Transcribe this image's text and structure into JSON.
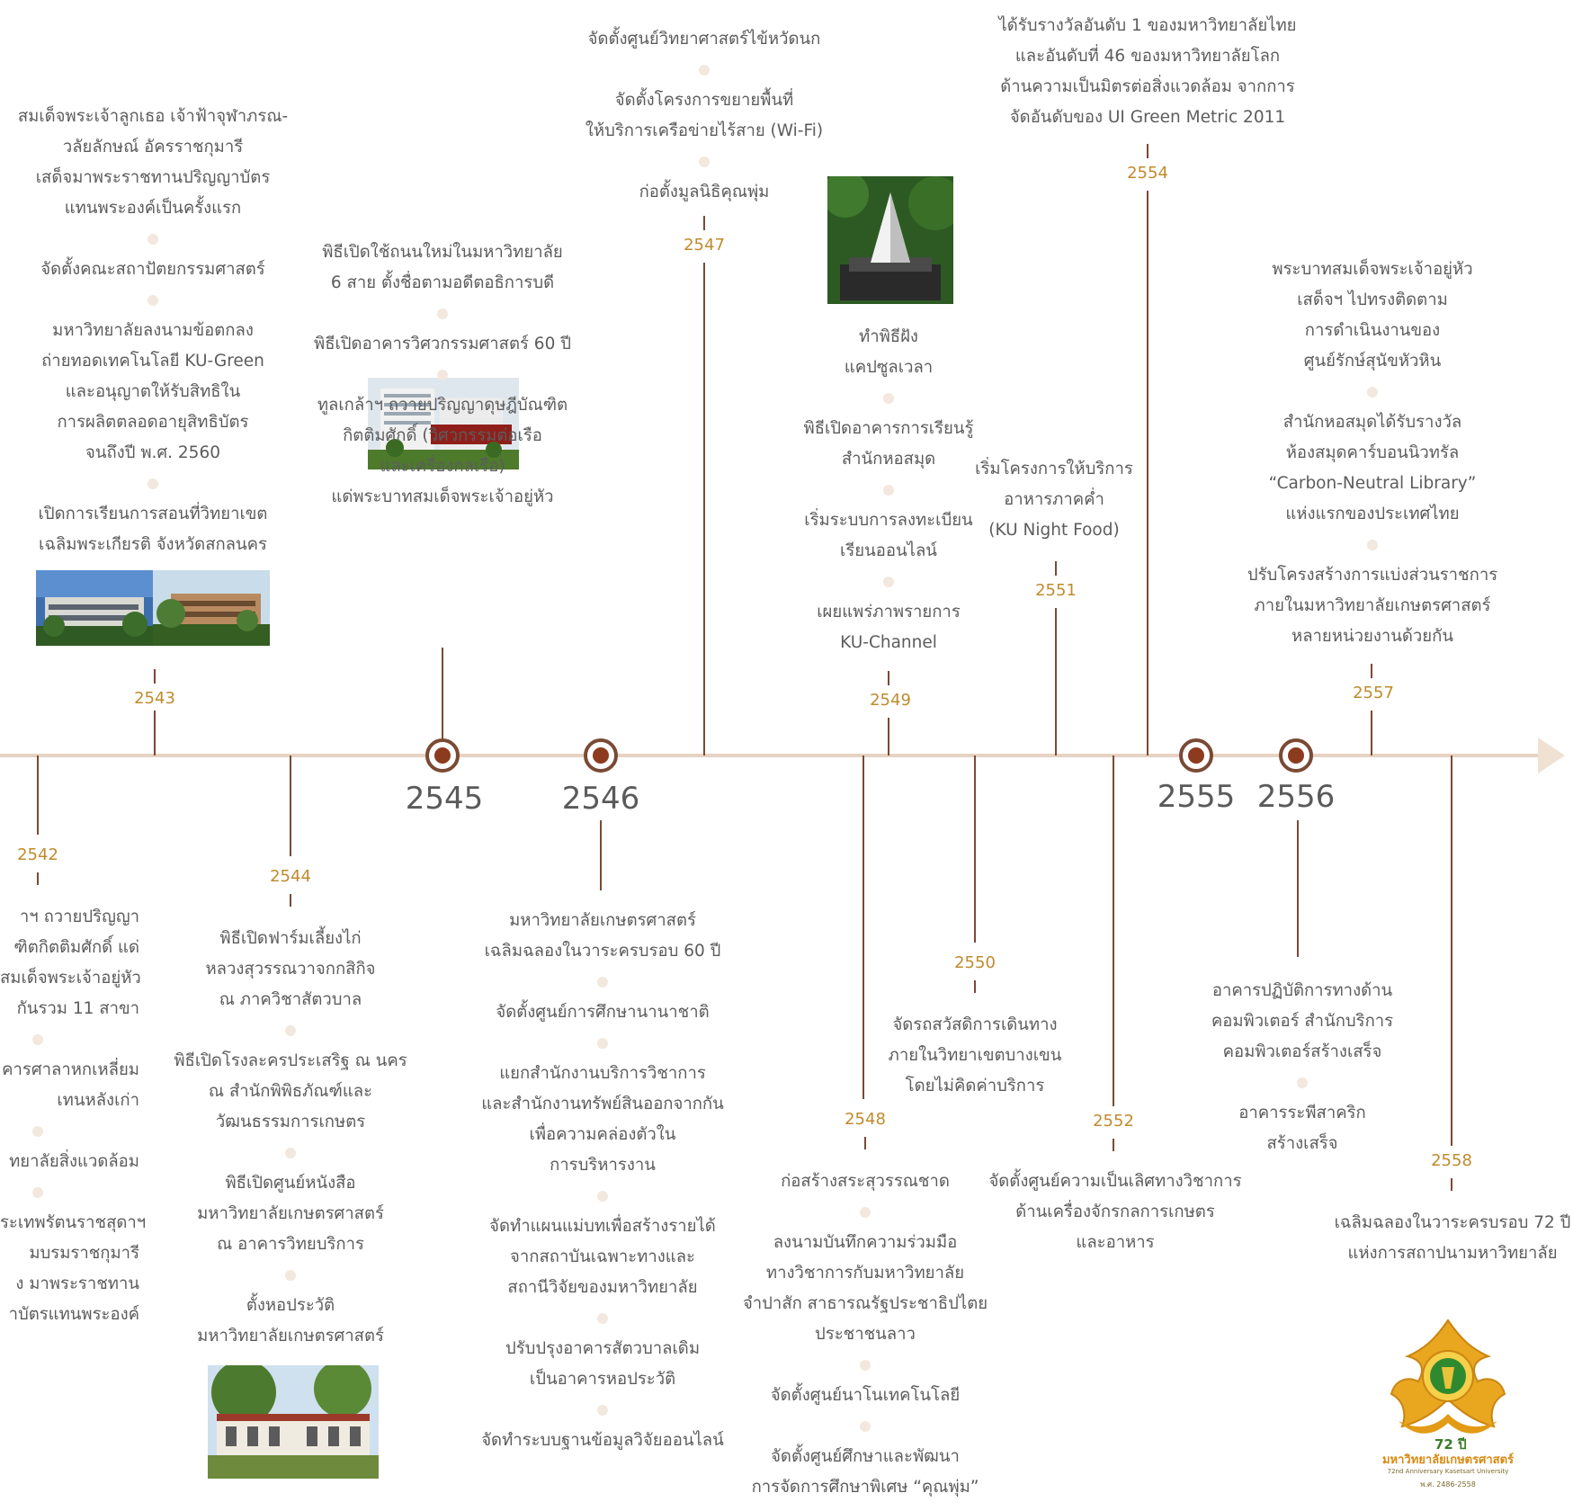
{
  "timeline": {
    "years": {
      "y2542": "2542",
      "y2543": "2543",
      "y2544": "2544",
      "y2545": "2545",
      "y2546": "2546",
      "y2547": "2547",
      "y2548": "2548",
      "y2549": "2549",
      "y2550": "2550",
      "y2551": "2551",
      "y2552": "2552",
      "y2554": "2554",
      "y2555": "2555",
      "y2556": "2556",
      "y2557": "2557",
      "y2558": "2558"
    },
    "events_2543": [
      [
        "สมเด็จพระเจ้าลูกเธอ เจ้าฟ้าจุฬาภรณ-",
        "วลัยลักษณ์ อัครราชกุมารี",
        "เสด็จมาพระราชทานปริญญาบัตร",
        "แทนพระองค์เป็นครั้งแรก"
      ],
      [
        "จัดตั้งคณะสถาปัตยกรรมศาสตร์"
      ],
      [
        "มหาวิทยาลัยลงนามข้อตกลง",
        "ถ่ายทอดเทคโนโลยี KU-Green",
        "และอนุญาตให้รับสิทธิใน",
        "การผลิตตลอดอายุสิทธิบัตร",
        "จนถึงปี พ.ศ. 2560"
      ],
      [
        "เปิดการเรียนการสอนที่วิทยาเขต",
        "เฉลิมพระเกียรติ จังหวัดสกลนคร"
      ]
    ],
    "events_2545": [
      [
        "พิธีเปิดใช้ถนนใหม่ในมหาวิทยาลัย",
        "6 สาย ตั้งชื่อตามอดีตอธิการบดี"
      ],
      [
        "พิธีเปิดอาคารวิศวกรรมศาสตร์ 60 ปี"
      ],
      [
        "ทูลเกล้าฯ ถวายปริญญาดุษฎีบัณฑิต",
        "กิตติมศักดิ์ (วิศวกรรมต่อเรือ",
        "และเครื่องกลเรือ)",
        "แด่พระบาทสมเด็จพระเจ้าอยู่หัว"
      ]
    ],
    "events_2547": [
      [
        "จัดตั้งศูนย์วิทยาศาสตร์ไข้หวัดนก"
      ],
      [
        "จัดตั้งโครงการขยายพื้นที่",
        "ให้บริการเครือข่ายไร้สาย (Wi-Fi)"
      ],
      [
        "ก่อตั้งมูลนิธิคุณพุ่ม"
      ]
    ],
    "events_2549": [
      [
        "ทำพิธีฝัง",
        "แคปซูลเวลา"
      ],
      [
        "พิธีเปิดอาคารการเรียนรู้",
        "สำนักหอสมุด"
      ],
      [
        "เริ่มระบบการลงทะเบียน",
        "เรียนออนไลน์"
      ],
      [
        "เผยแพร่ภาพรายการ",
        "KU-Channel"
      ]
    ],
    "events_2551": [
      [
        "เริ่มโครงการให้บริการ",
        "อาหารภาคค่ำ",
        "(KU Night Food)"
      ]
    ],
    "events_2554": [
      [
        "ได้รับรางวัลอันดับ 1 ของมหาวิทยาลัยไทย",
        "และอันดับที่ 46 ของมหาวิทยาลัยโลก",
        "ด้านความเป็นมิตรต่อสิ่งแวดล้อม จากการ",
        "จัดอันดับของ UI Green Metric 2011"
      ]
    ],
    "events_2557": [
      [
        "พระบาทสมเด็จพระเจ้าอยู่หัว",
        "เสด็จฯ ไปทรงติดตาม",
        "การดำเนินงานของ",
        "ศูนย์รักษ์สุนัขหัวหิน"
      ],
      [
        "สำนักหอสมุดได้รับรางวัล",
        "ห้องสมุดคาร์บอนนิวทรัล",
        "“Carbon-Neutral Library”",
        "แห่งแรกของประเทศไทย"
      ],
      [
        "ปรับโครงสร้างการแบ่งส่วนราชการ",
        "ภายในมหาวิทยาลัยเกษตรศาสตร์",
        "หลายหน่วยงานด้วยกัน"
      ]
    ],
    "events_2542": [
      [
        "าฯ ถวายปริญญา",
        "ฑิตกิตติมศักดิ์ แด่",
        "สมเด็จพระเจ้าอยู่หัว",
        "กันรวม 11 สาขา"
      ],
      [
        "คารศาลาหกเหลี่ยม",
        "เทนหลังเก่า"
      ],
      [
        "ทยาลัยสิ่งแวดล้อม"
      ],
      [
        "ระเทพรัตนราชสุดาฯ",
        "มบรมราชกุมารี",
        "ง มาพระราชทาน",
        "าบัตรแทนพระองค์"
      ]
    ],
    "events_2544": [
      [
        "พิธีเปิดฟาร์มเลี้ยงไก่",
        "หลวงสุวรรณวาจกกสิกิจ",
        "ณ ภาควิชาสัตวบาล"
      ],
      [
        "พิธีเปิดโรงละครประเสริฐ ณ นคร",
        "ณ สำนักพิพิธภัณฑ์และ",
        "วัฒนธรรมการเกษตร"
      ],
      [
        "พิธีเปิดศูนย์หนังสือ",
        "มหาวิทยาลัยเกษตรศาสตร์",
        "ณ อาคารวิทยบริการ"
      ],
      [
        "ตั้งหอประวัติ",
        "มหาวิทยาลัยเกษตรศาสตร์"
      ]
    ],
    "events_2546": [
      [
        "มหาวิทยาลัยเกษตรศาสตร์",
        "เฉลิมฉลองในวาระครบรอบ 60 ปี"
      ],
      [
        "จัดตั้งศูนย์การศึกษานานาชาติ"
      ],
      [
        "แยกสำนักงานบริการวิชาการ",
        "และสำนักงานทรัพย์สินออกจากกัน",
        "เพื่อความคล่องตัวใน",
        "การบริหารงาน"
      ],
      [
        "จัดทำแผนแม่บทเพื่อสร้างรายได้",
        "จากสถาบันเฉพาะทางและ",
        "สถานีวิจัยของมหาวิทยาลัย"
      ],
      [
        "ปรับปรุงอาคารสัตวบาลเดิม",
        "เป็นอาคารหอประวัติ"
      ],
      [
        "จัดทำระบบฐานข้อมูลวิจัยออนไลน์"
      ]
    ],
    "events_2548": [
      [
        "ก่อสร้างสระสุวรรณชาด"
      ],
      [
        "ลงนามบันทึกความร่วมมือ",
        "ทางวิชาการกับมหาวิทยาลัย",
        "จำปาสัก สาธารณรัฐประชาธิปไตย",
        "ประชาชนลาว"
      ],
      [
        "จัดตั้งศูนย์นาโนเทคโนโลยี"
      ],
      [
        "จัดตั้งศูนย์ศึกษาและพัฒนา",
        "การจัดการศึกษาพิเศษ “คุณพุ่ม”"
      ]
    ],
    "events_2550": [
      [
        "จัดรถสวัสดิการเดินทาง",
        "ภายในวิทยาเขตบางเขน",
        "โดยไม่คิดค่าบริการ"
      ]
    ],
    "events_2552": [
      [
        "จัดตั้งศูนย์ความเป็นเลิศทางวิชาการ",
        "ด้านเครื่องจักรกลการเกษตร",
        "และอาหาร"
      ]
    ],
    "events_2556": [
      [
        "อาคารปฏิบัติการทางด้าน",
        "คอมพิวเตอร์ สำนักบริการ",
        "คอมพิวเตอร์สร้างเสร็จ"
      ],
      [
        "อาคารระพีสาคริก",
        "สร้างเสร็จ"
      ]
    ],
    "events_2558": [
      [
        "เฉลิมฉลองในวาระครบรอบ 72 ปี",
        "แห่งการสถาปนามหาวิทยาลัย"
      ]
    ]
  },
  "logo": {
    "years_label": "72 ปี",
    "name": "มหาวิทยาลัยเกษตรศาสตร์",
    "subtitle": "72nd Anniversary Kasetsart University",
    "range": "พ.ศ. 2486-2558"
  },
  "colors": {
    "axis": "#e7d3c3",
    "stem": "#7a4a35",
    "year_label": "#bf8b2e",
    "marker": "#8c3b1e",
    "text": "#5c5c5c",
    "logo_gold": "#e9a61f",
    "logo_green": "#2f8a2f"
  }
}
